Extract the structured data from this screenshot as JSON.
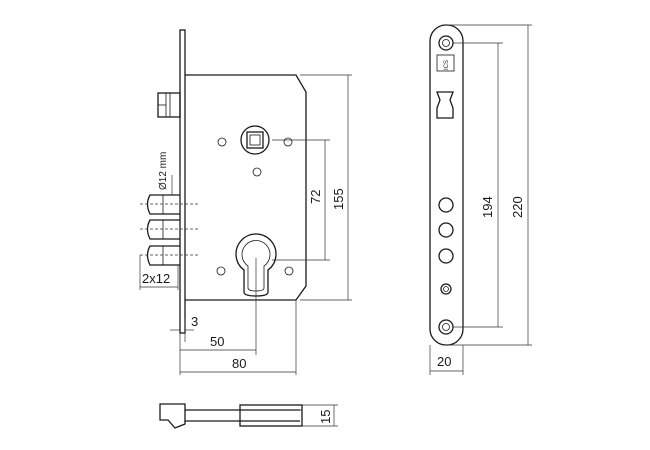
{
  "dimensions": {
    "backset": "50",
    "body_width": "80",
    "faceplate_thickness": "3",
    "cylinder_spacing": "72",
    "case_height": "155",
    "faceplate_screw_spacing": "194",
    "faceplate_height": "220",
    "faceplate_width": "20",
    "depth": "15",
    "bolt_diameter": "Ø12 mm",
    "bolt_pitch": "2x12"
  },
  "faceplate_mark": "ICS"
}
